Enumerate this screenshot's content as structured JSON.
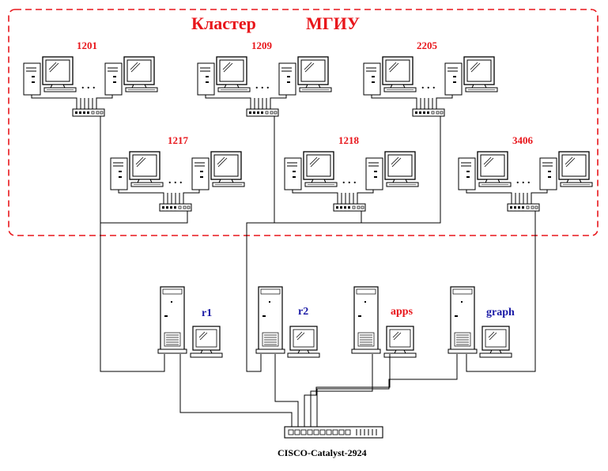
{
  "cluster": {
    "title_left": "Кластер",
    "title_right": "МГИУ",
    "title_color": "#e8161b",
    "border_color": "#e8161b"
  },
  "rooms": [
    {
      "label": "1201",
      "dots": ". . ."
    },
    {
      "label": "1209",
      "dots": ". . ."
    },
    {
      "label": "2205",
      "dots": ". . ."
    },
    {
      "label": "1217",
      "dots": ". . ."
    },
    {
      "label": "1218",
      "dots": ". . ."
    },
    {
      "label": "3406",
      "dots": ". . ."
    }
  ],
  "room_label_color": "#e8161b",
  "servers": [
    {
      "label": "r1",
      "color": "#1a1aa6"
    },
    {
      "label": "r2",
      "color": "#1a1aa6"
    },
    {
      "label": "apps",
      "color": "#e8161b"
    },
    {
      "label": "graph",
      "color": "#1a1aa6"
    }
  ],
  "switch": {
    "label": "CISCO-Catalyst-2924"
  }
}
